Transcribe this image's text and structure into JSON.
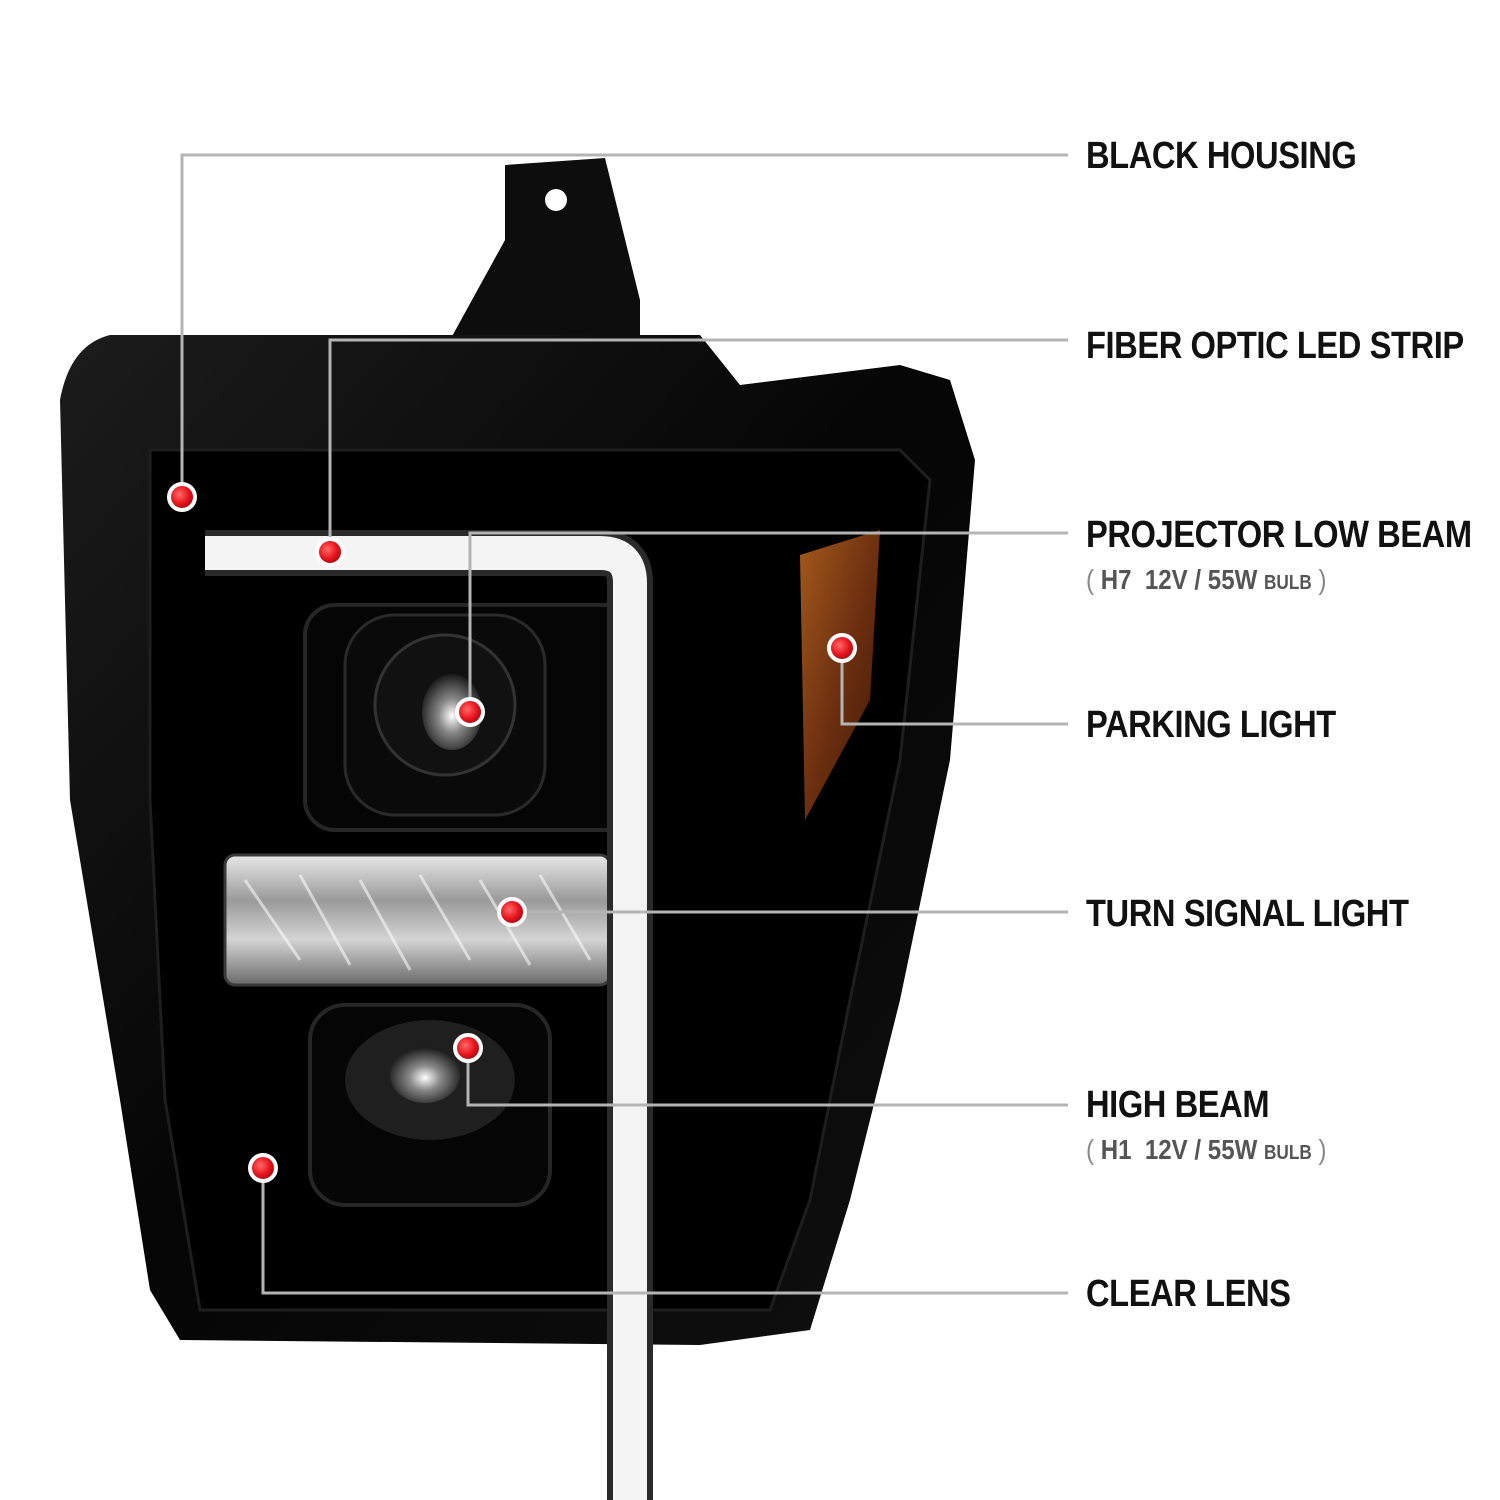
{
  "callouts": [
    {
      "id": "black-housing",
      "label": "BLACK HOUSING"
    },
    {
      "id": "fiber-optic-led-strip",
      "label": "FIBER OPTIC LED STRIP"
    },
    {
      "id": "projector-low-beam",
      "label": "PROJECTOR LOW BEAM",
      "spec": {
        "open": "(",
        "bulb_type": "H7",
        "rating": "12V / 55W",
        "unit": "BULB",
        "close": ")"
      }
    },
    {
      "id": "parking-light",
      "label": "PARKING LIGHT"
    },
    {
      "id": "turn-signal-light",
      "label": "TURN SIGNAL LIGHT"
    },
    {
      "id": "high-beam",
      "label": "HIGH BEAM",
      "spec": {
        "open": "(",
        "bulb_type": "H1",
        "rating": "12V / 55W",
        "unit": "BULB",
        "close": ")"
      }
    },
    {
      "id": "clear-lens",
      "label": "CLEAR LENS"
    }
  ],
  "colors": {
    "housing": "#0a0a0a",
    "leader_line": "#b4b4b4",
    "marker": "#e8141c",
    "amber_reflector": "#7a3a10",
    "led_strip": "#f4f4f4",
    "label_text": "#111111"
  }
}
